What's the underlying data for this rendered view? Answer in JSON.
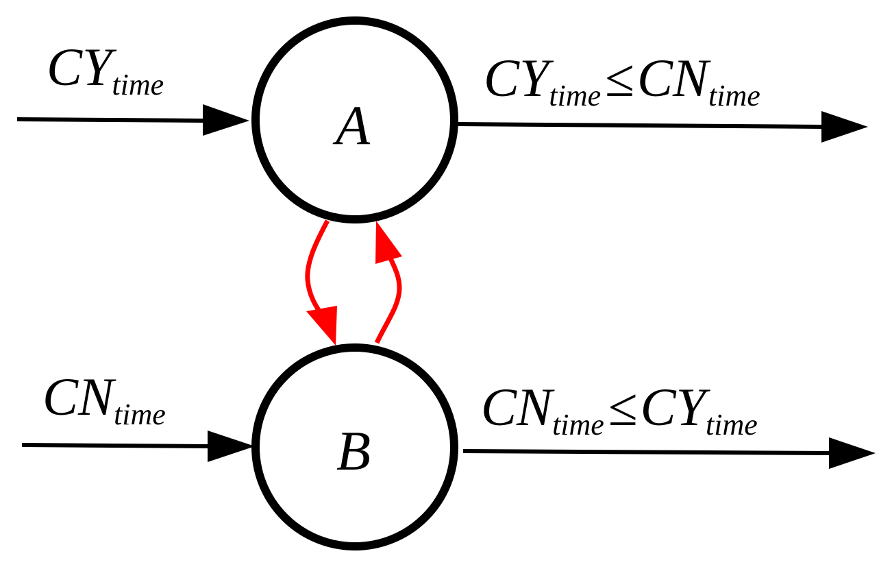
{
  "nodes": {
    "a": {
      "label": "A"
    },
    "b": {
      "label": "B"
    }
  },
  "inputs": {
    "a": {
      "main": "CY",
      "sub": "time"
    },
    "b": {
      "main": "CN",
      "sub": "time"
    }
  },
  "outputs": {
    "a": {
      "left_main": "CY",
      "left_sub": "time",
      "relation": "≤",
      "right_main": "CN",
      "right_sub": "time"
    },
    "b": {
      "left_main": "CN",
      "left_sub": "time",
      "relation": "≤",
      "right_main": "CY",
      "right_sub": "time"
    }
  },
  "colors": {
    "stroke": "#000000",
    "feedback": "#ff0000"
  }
}
